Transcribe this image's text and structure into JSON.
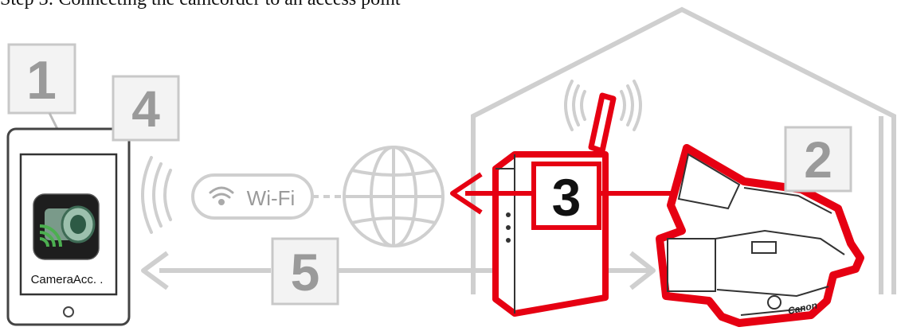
{
  "caption": "Step 3: Connecting the camcorder to an access point",
  "steps": {
    "s1": "1",
    "s2": "2",
    "s3": "3",
    "s4": "4",
    "s5": "5"
  },
  "wifi_label": "Wi-Fi",
  "app_label": "CameraAcc. .",
  "camera_brand": "Canon",
  "colors": {
    "highlight": "#e60012",
    "line_gray": "#c8c8c8",
    "step_box": "#f2f2f2"
  },
  "icons": [
    "smartphone-icon",
    "camera-app-icon",
    "wifi-signal-icon",
    "globe-icon",
    "router-icon",
    "camcorder-icon",
    "house-outline",
    "arrow-left-icon",
    "arrow-right-icon"
  ]
}
